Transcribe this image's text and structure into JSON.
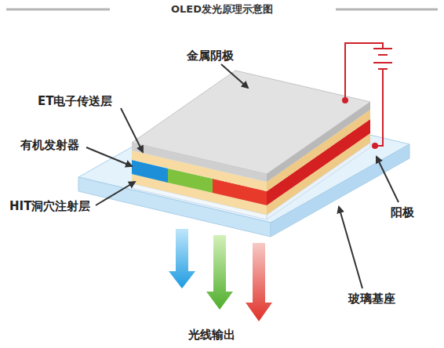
{
  "diagram": {
    "title": "OLED发光原理示意图",
    "labels": [
      "金属阴极",
      "ET电子传送层",
      "有机发射器",
      "HIT洞穴注射层",
      "阳极",
      "玻璃基座",
      "光线输出"
    ]
  }
}
